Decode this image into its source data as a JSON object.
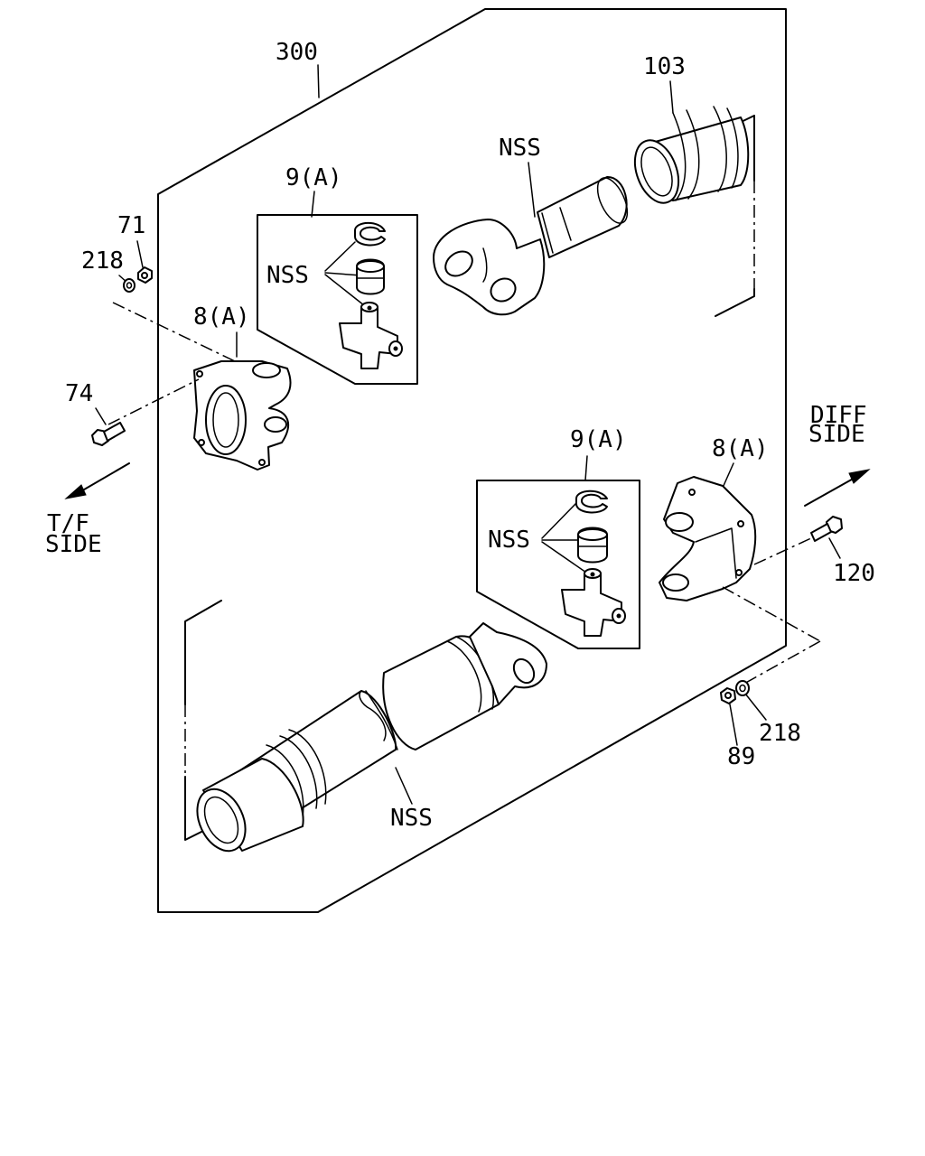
{
  "labels": {
    "assembly": "300",
    "boot": "103",
    "nss_shaft_top": "NSS",
    "kit_top": "9(A)",
    "kit_top_nss": "NSS",
    "nut_71": "71",
    "washer_218_left": "218",
    "flange_left": "8(A)",
    "bolt_74": "74",
    "tf_side_1": "T/F",
    "tf_side_2": "SIDE",
    "diff_side_1": "DIFF",
    "diff_side_2": "SIDE",
    "kit_bottom": "9(A)",
    "kit_bottom_nss": "NSS",
    "flange_right": "8(A)",
    "bolt_120": "120",
    "washer_218_right": "218",
    "nut_89": "89",
    "nss_tube": "NSS"
  }
}
